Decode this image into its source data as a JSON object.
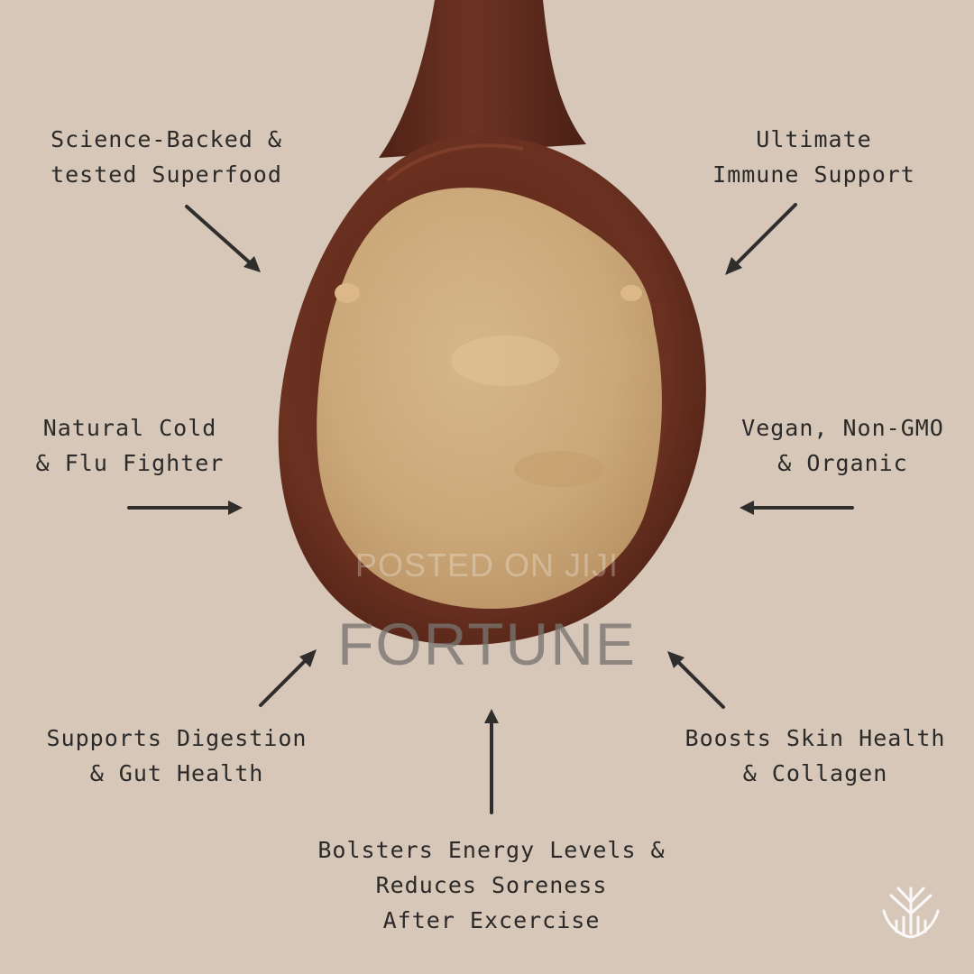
{
  "colors": {
    "background": "#d6c7b9",
    "spoon": "#6b3120",
    "powder": "#d3ae7c",
    "text": "#2b2a28",
    "arrow": "#2f2e2d"
  },
  "benefits": [
    {
      "id": "science",
      "line1": "Science-Backed &",
      "line2": "tested Superfood"
    },
    {
      "id": "immune",
      "line1": "Ultimate",
      "line2": "Immune Support"
    },
    {
      "id": "cold",
      "line1": "Natural Cold",
      "line2": "& Flu Fighter"
    },
    {
      "id": "vegan",
      "line1": "Vegan, Non-GMO",
      "line2": "& Organic"
    },
    {
      "id": "digestion",
      "line1": "Supports Digestion",
      "line2": "& Gut Health"
    },
    {
      "id": "skin",
      "line1": "Boosts Skin Health",
      "line2": "& Collagen"
    },
    {
      "id": "energy",
      "line1": "Bolsters Energy Levels &",
      "line2": "Reduces Soreness",
      "line3": "After Excercise"
    }
  ],
  "watermark": {
    "small": "POSTED ON JIJI",
    "large": "FORTUNE"
  },
  "icons": {
    "arrows": "arrow-icon",
    "brand": "tree-logo-icon"
  }
}
